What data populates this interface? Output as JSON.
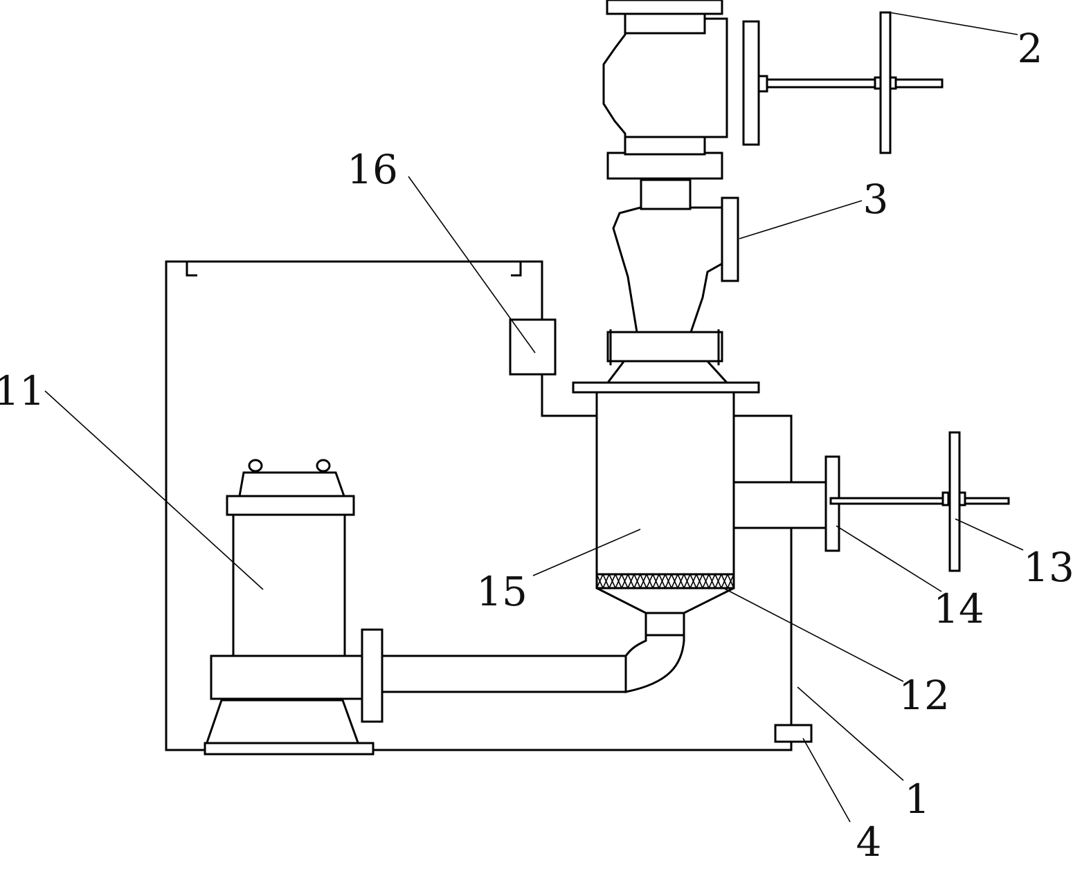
{
  "figure": {
    "labels": {
      "l1": "1",
      "l2": "2",
      "l3": "3",
      "l4": "4",
      "l11": "11",
      "l12": "12",
      "l13": "13",
      "l14": "14",
      "l15": "15",
      "l16": "16"
    }
  },
  "colors": {
    "stroke": "#000000",
    "background": "#ffffff"
  }
}
